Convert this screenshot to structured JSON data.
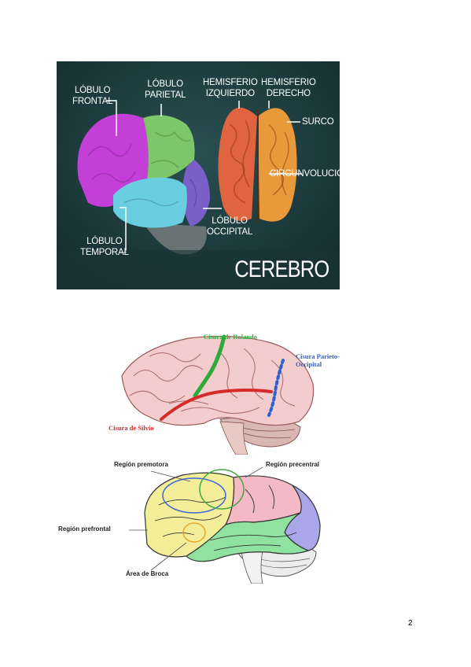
{
  "figure1": {
    "lobulo_frontal": "LÓBULO\nFRONTAL",
    "lobulo_parietal": "LÓBULO\nPARIETAL",
    "hemisferio_izquierdo": "HEMISFERIO\nIZQUIERDO",
    "hemisferio_derecho": "HEMISFERIO\nDERECHO",
    "surco": "SURCO",
    "circunvolucion": "CIRCUNVOLUCIÓN",
    "lobulo_occipital": "LÓBULO\nOCCIPITAL",
    "lobulo_temporal": "LÓBULO\nTEMPORAL",
    "title": "CEREBRO",
    "colors": {
      "background": "#1e3d3f",
      "frontal": "#c43fd8",
      "parietal": "#7dc66a",
      "occipital": "#7a5fc9",
      "temporal": "#69cfe0",
      "left_hemisphere": "#e0643f",
      "right_hemisphere": "#e89a3a"
    }
  },
  "figure2": {
    "cisura_rolando": "Cisura de Rolando",
    "cisura_parieto_occipital": "Cisura Parieto-\nOccipital",
    "cisura_silvio": "Cisura de Silvio",
    "colors": {
      "rolando": "#2eaa3a",
      "silvio": "#d42a2a",
      "parieto_occipital": "#2f5fd0"
    }
  },
  "figure3": {
    "region_premotora": "Región premotora",
    "region_precentral": "Región precentral",
    "region_prefrontal": "Región prefrontal",
    "area_broca": "Área de Broca",
    "colors": {
      "frontal": "#f4ee9a",
      "parietal": "#f3b9c4",
      "occipital": "#a9a6ea",
      "temporal": "#8fe2a0"
    }
  },
  "page_number": "2"
}
